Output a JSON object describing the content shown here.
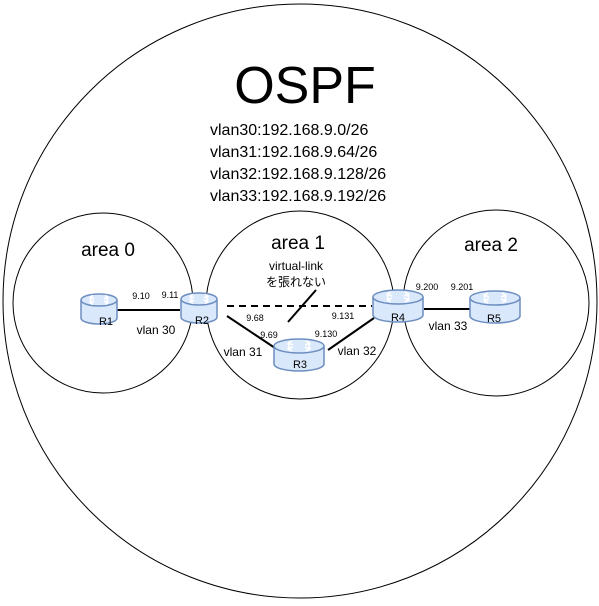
{
  "title": "OSPF",
  "subnets": [
    "vlan30:192.168.9.0/26",
    "vlan31:192.168.9.64/26",
    "vlan32:192.168.9.128/26",
    "vlan33:192.168.9.192/26"
  ],
  "areas": {
    "area0": "area 0",
    "area1": "area 1",
    "area2": "area 2"
  },
  "routers": {
    "r1": "R1",
    "r2": "R2",
    "r3": "R3",
    "r4": "R4",
    "r5": "R5"
  },
  "vlans": {
    "vlan30": "vlan 30",
    "vlan31": "vlan 31",
    "vlan32": "vlan 32",
    "vlan33": "vlan 33"
  },
  "addresses": {
    "r1_v30": "9.10",
    "r2_v30": "9.11",
    "r2_v31": "9.68",
    "r3_v31": "9.69",
    "r3_v32": "9.130",
    "r4_v32": "9.131",
    "r4_v33": "9.200",
    "r5_v33": "9.201"
  },
  "virtual_link": {
    "line1": "virtual-link",
    "line2": "を張れない"
  },
  "colors": {
    "router_fill": "#dae8fc",
    "router_stroke": "#6c8ebf"
  }
}
